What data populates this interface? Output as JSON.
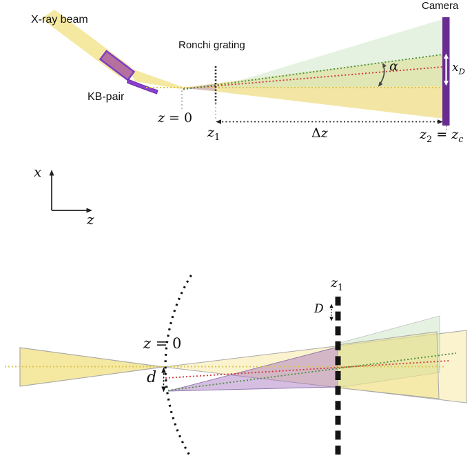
{
  "figure": {
    "labels": {
      "xray_beam": "X-ray beam",
      "kb_pair": "KB-pair",
      "ronchi_grating": "Ronchi grating",
      "camera": "Camera",
      "z": "z",
      "x_var": "x",
      "eq_zero_rest": " = 0",
      "sub1": "1",
      "sub2": "2",
      "subc": "c",
      "subD": "D",
      "eq": " = ",
      "delta": "Δ",
      "alpha": "α",
      "d": "d",
      "D_cap": "D"
    }
  },
  "colors": {
    "beam_yellow": "rgba(236,215,110,0.62)",
    "beam_yellow_left": "rgba(243,226,138,0.8)",
    "beam_yellow_pale": "rgba(243,226,138,0.42)",
    "beam_quad": "rgba(238,222,120,0.42)",
    "beam_green": "rgba(205,230,195,0.5)",
    "beam_purple": "rgba(165,110,190,0.45)",
    "beam_purple_small": "rgba(185,150,215,0.5)",
    "camera_purple": "#6a2b90",
    "mirror_fill": "#b4719f",
    "mirror_edge": "#7e3cc4",
    "mirror2_fill": "#8a3fd0",
    "mirror2_edge": "#6b2d9e",
    "dotted_red": "#cf3a36",
    "dotted_green": "#4a8f3f",
    "dotted_yellow": "#d9c54e",
    "edge_gray": "#a9a9a9",
    "purple_edge": "rgba(130,105,165,0.85)"
  }
}
